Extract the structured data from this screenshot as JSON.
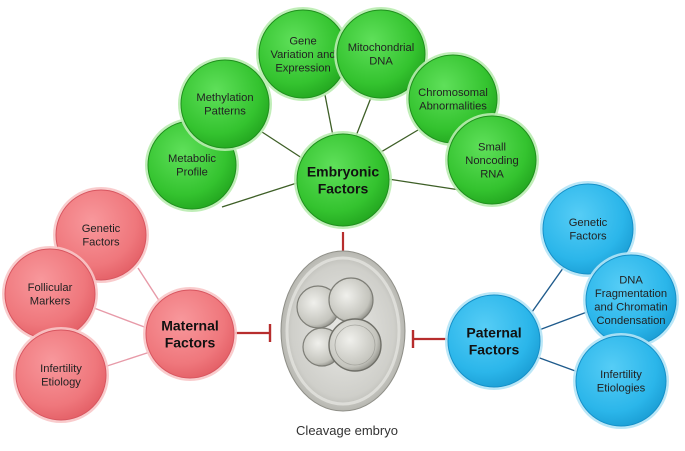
{
  "colors": {
    "embryonic": "#33c233",
    "embryonic_glow": "#b9ecb0",
    "maternal": "#ef7378",
    "maternal_glow": "#f8c6c8",
    "paternal": "#26b4ea",
    "paternal_glow": "#b4e4f6",
    "inhibit_line": "#b72d2d",
    "connector_green": "#3e5f27",
    "connector_pink": "#e79aa8",
    "connector_blue": "#1f5b8c"
  },
  "embryonic": {
    "hub": [
      "Embryonic",
      "Factors"
    ],
    "nodes": [
      {
        "id": "metabolic-profile",
        "lines": [
          "Metabolic",
          "Profile"
        ]
      },
      {
        "id": "methylation-patterns",
        "lines": [
          "Methylation",
          "Patterns"
        ]
      },
      {
        "id": "gene-variation-expression",
        "lines": [
          "Gene",
          "Variation and",
          "Expression"
        ]
      },
      {
        "id": "mitochondrial-dna",
        "lines": [
          "Mitochondrial",
          "DNA"
        ]
      },
      {
        "id": "chromosomal-abnormalities",
        "lines": [
          "Chromosomal",
          "Abnormalities"
        ]
      },
      {
        "id": "small-noncoding-rna",
        "lines": [
          "Small",
          "Noncoding",
          "RNA"
        ]
      }
    ]
  },
  "maternal": {
    "hub": [
      "Maternal",
      "Factors"
    ],
    "nodes": [
      {
        "id": "genetic-factors",
        "lines": [
          "Genetic",
          "Factors"
        ]
      },
      {
        "id": "follicular-markers",
        "lines": [
          "Follicular",
          "Markers"
        ]
      },
      {
        "id": "infertility-etiology",
        "lines": [
          "Infertility",
          "Etiology"
        ]
      }
    ]
  },
  "paternal": {
    "hub": [
      "Paternal",
      "Factors"
    ],
    "nodes": [
      {
        "id": "genetic-factors",
        "lines": [
          "Genetic",
          "Factors"
        ]
      },
      {
        "id": "dna-fragmentation-chromatin",
        "lines": [
          "DNA",
          "Fragmentation",
          "and Chromatin",
          "Condensation"
        ]
      },
      {
        "id": "infertility-etiologies",
        "lines": [
          "Infertility",
          "Etiologies"
        ]
      }
    ]
  },
  "center": {
    "image": "cleavage-embryo-micrograph",
    "caption": "Cleavage embryo"
  }
}
